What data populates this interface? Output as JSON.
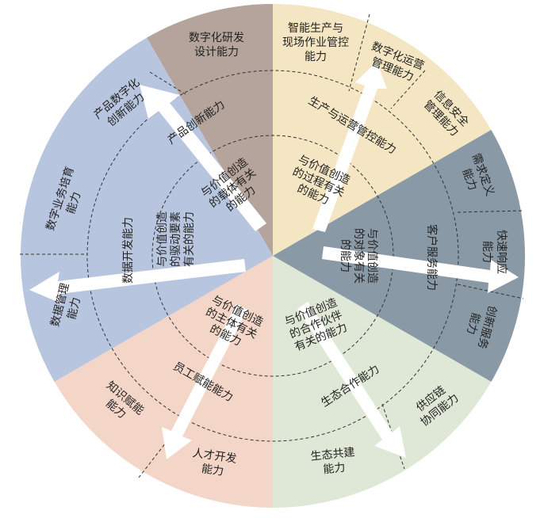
{
  "colors": {
    "brown": "#b5a49c",
    "yellow": "#f4e6c3",
    "slate": "#8a99a6",
    "green": "#dfe8d6",
    "peach": "#f3d6c7",
    "blue": "#b8c5de",
    "arrow": "#ffffff",
    "dash": "#333333",
    "text": "#222222"
  },
  "sectors": [
    {
      "id": "carrier",
      "color_key": "brown",
      "arrow_label": "产品数字化创新能力",
      "inner": [
        "与价值创造",
        "的载体有关",
        "的能力"
      ],
      "middle": [
        "产品创新能力"
      ],
      "outer": [
        {
          "lines": [
            "数字化研发",
            "设计能力"
          ]
        },
        {
          "lines": [
            "产品数字化",
            "创新能力"
          ]
        }
      ]
    },
    {
      "id": "process",
      "color_key": "yellow",
      "inner": [
        "与价值创造",
        "的过程有关",
        "的能力"
      ],
      "middle": [
        "生产与运营管控能力"
      ],
      "outer": [
        {
          "lines": [
            "智能生产与",
            "现场作业管控",
            "能力"
          ]
        },
        {
          "lines": [
            "数字化运营",
            "管理能力"
          ]
        },
        {
          "lines": [
            "信息安全",
            "管理能力"
          ]
        }
      ]
    },
    {
      "id": "object",
      "color_key": "slate",
      "inner": [
        "与价值创造",
        "的对象有关",
        "的能力"
      ],
      "middle": [
        "客户服务能力"
      ],
      "outer": [
        {
          "lines": [
            "需求定义",
            "能力"
          ]
        },
        {
          "lines": [
            "快速响应",
            "能力"
          ]
        },
        {
          "lines": [
            "创新服务",
            "能力"
          ]
        }
      ]
    },
    {
      "id": "partner",
      "color_key": "green",
      "inner": [
        "与价值创造",
        "的合作伙伴",
        "有关的能力"
      ],
      "middle": [
        "生态合作能力"
      ],
      "outer": [
        {
          "lines": [
            "供应链",
            "协同能力"
          ]
        },
        {
          "lines": [
            "生态共建",
            "能力"
          ]
        }
      ]
    },
    {
      "id": "subject",
      "color_key": "peach",
      "inner": [
        "与价值创造",
        "的主体有关",
        "的能力"
      ],
      "middle": [
        "员工赋能能力"
      ],
      "outer": [
        {
          "lines": [
            "人才开发",
            "能力"
          ]
        },
        {
          "lines": [
            "知识赋能",
            "能力"
          ]
        }
      ]
    },
    {
      "id": "driver",
      "color_key": "blue",
      "inner": [
        "与价值创造",
        "的驱动要素",
        "有关的能力"
      ],
      "middle": [
        "数据开发能力"
      ],
      "outer": [
        {
          "lines": [
            "数据管理",
            "能力"
          ]
        },
        {
          "lines": [
            "数字业务培育",
            "能力"
          ]
        }
      ]
    }
  ]
}
